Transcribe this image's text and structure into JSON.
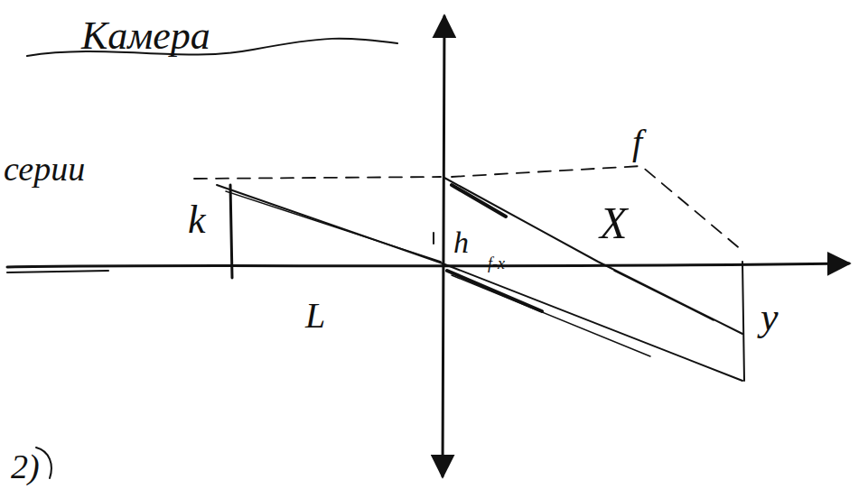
{
  "diagram": {
    "labels": [
      "Камера",
      "серии",
      "k",
      "h",
      "f-x",
      "f",
      "X",
      "L",
      "y",
      "2)"
    ]
  }
}
